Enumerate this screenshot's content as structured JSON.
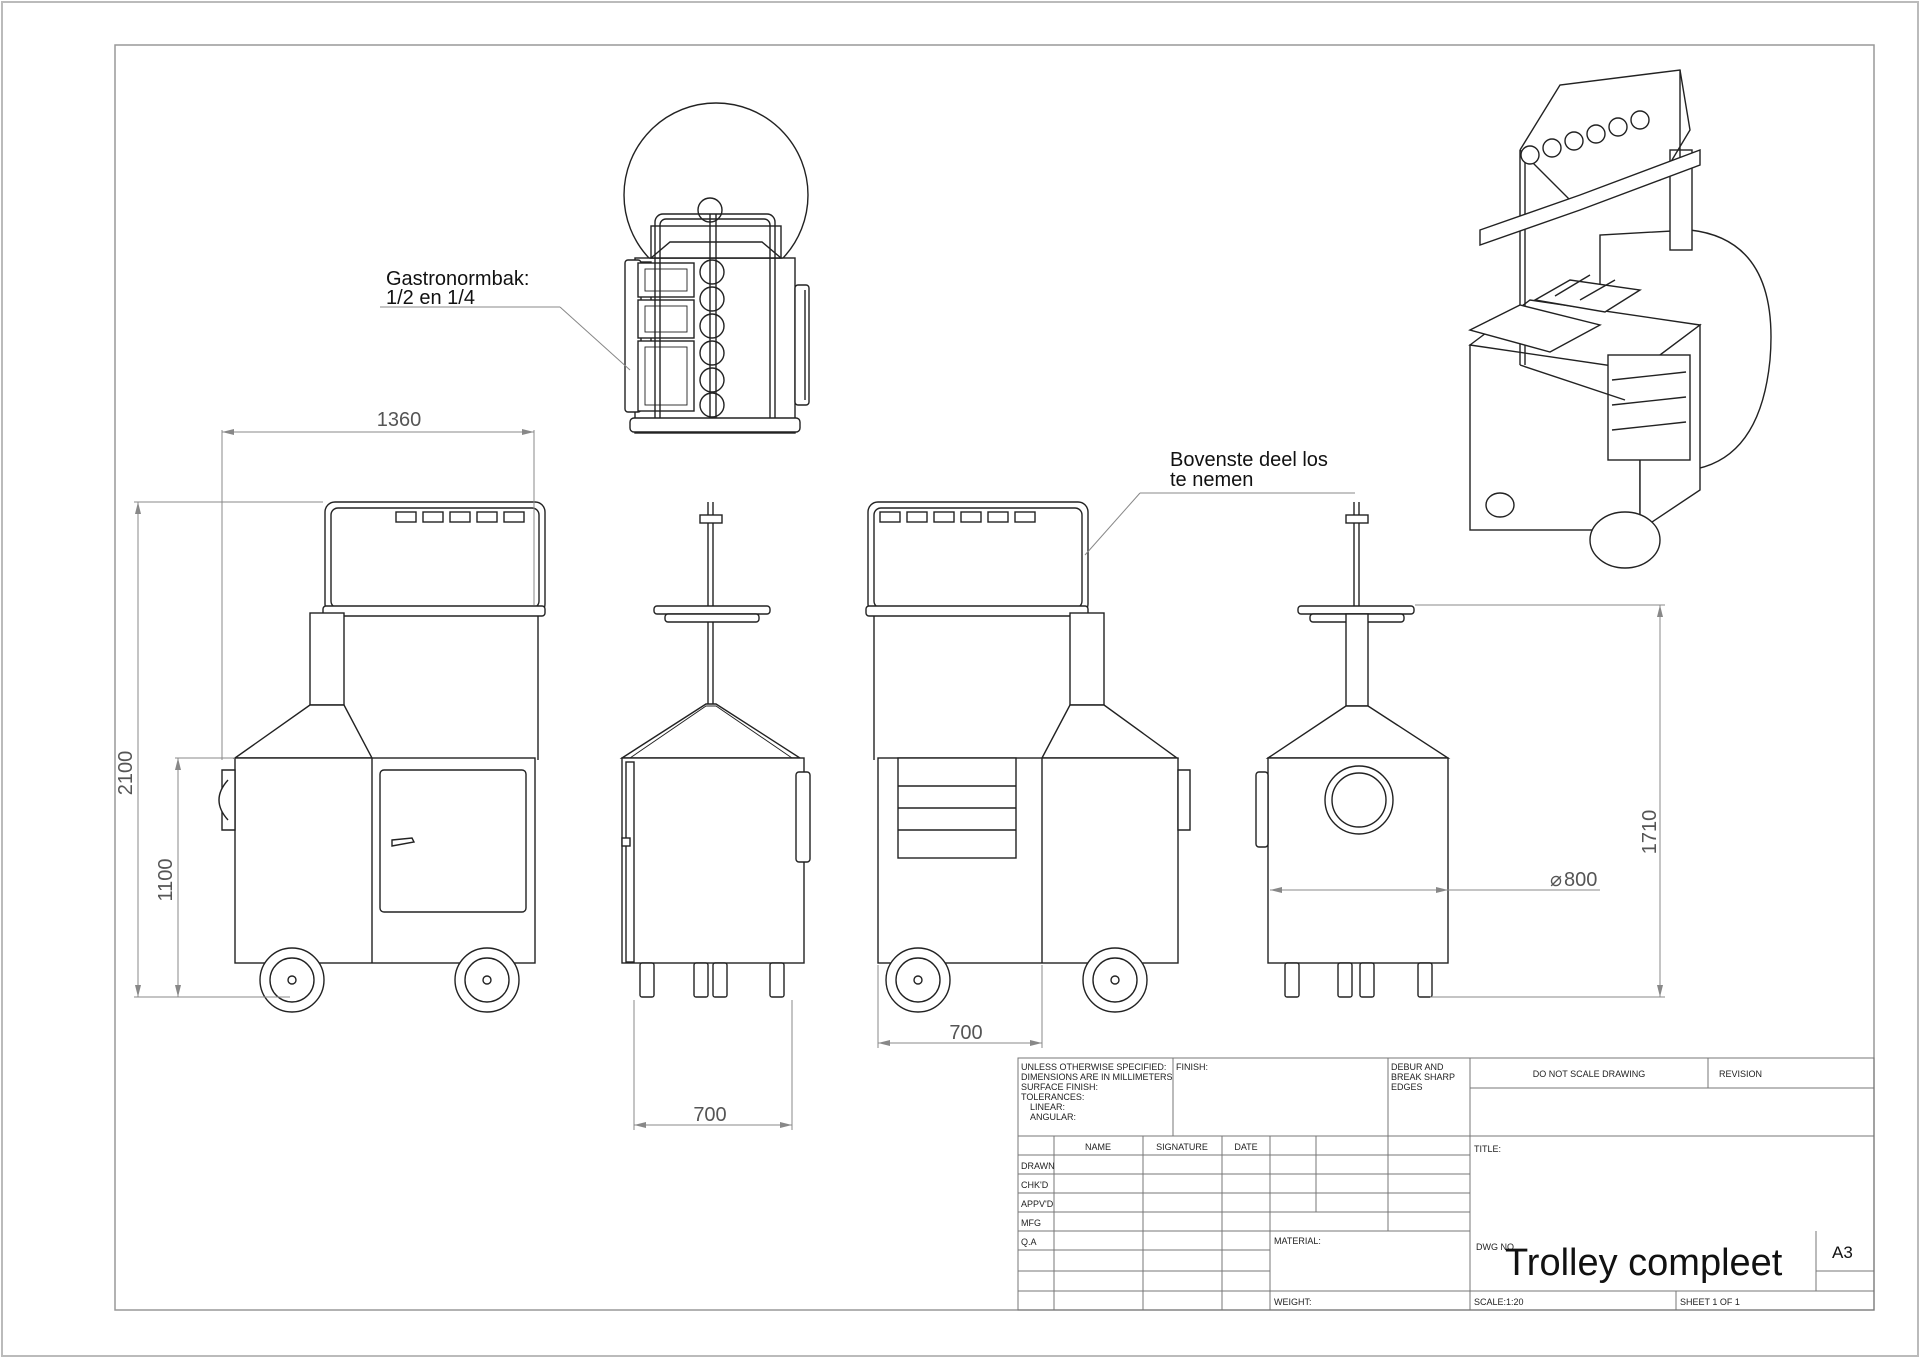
{
  "annotations": {
    "gastronorm_line1": "Gastronormbak:",
    "gastronorm_line2": "1/2 en 1/4",
    "bovenste_line1": "Bovenste deel los",
    "bovenste_line2": "te nemen"
  },
  "dimensions": {
    "overall_width": "1360",
    "overall_height": "2100",
    "cart_height": "1100",
    "side_depth": "700",
    "back_depth": "700",
    "right_height": "1710",
    "hole_diameter": "800"
  },
  "title_block": {
    "unless_lines": [
      "UNLESS OTHERWISE SPECIFIED:",
      "DIMENSIONS ARE IN MILLIMETERS",
      "SURFACE FINISH:",
      "TOLERANCES:",
      "LINEAR:",
      "ANGULAR:"
    ],
    "finish": "FINISH:",
    "debur_lines": [
      "DEBUR AND",
      "BREAK SHARP",
      "EDGES"
    ],
    "do_not_scale": "DO NOT SCALE DRAWING",
    "revision": "REVISION",
    "col_name": "NAME",
    "col_signature": "SIGNATURE",
    "col_date": "DATE",
    "rows": [
      "DRAWN",
      "CHK'D",
      "APPV'D",
      "MFG",
      "Q.A"
    ],
    "title_label": "TITLE:",
    "material": "MATERIAL:",
    "dwg_no": "DWG NO.",
    "drawing_title": "Trolley compleet",
    "size": "A3",
    "weight": "WEIGHT:",
    "scale": "SCALE:1:20",
    "sheet": "SHEET 1 OF 1"
  }
}
